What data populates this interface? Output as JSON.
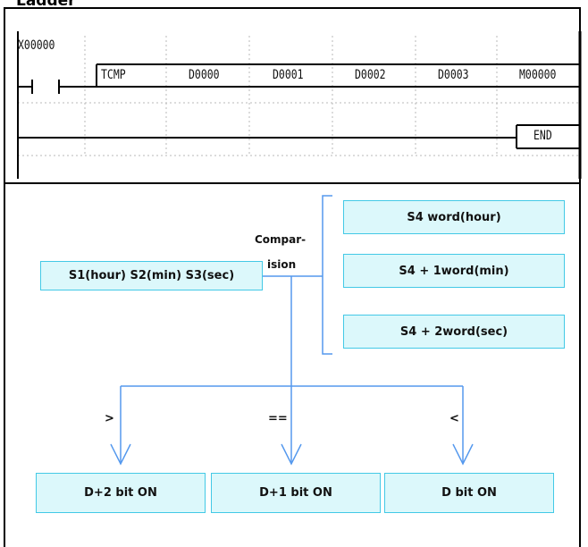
{
  "title": "Ladder",
  "ladder": {
    "contact_label": "X00000",
    "instruction": "TCMP",
    "operands": [
      "D0000",
      "D0001",
      "D0002",
      "D0003",
      "M00000"
    ],
    "end_label": "END"
  },
  "diagram": {
    "source_box": "S1(hour) S2(min) S3(sec)",
    "comparison_line1": "Compar-",
    "comparison_line2": "ision",
    "targets": [
      "S4 word(hour)",
      "S4 + 1word(min)",
      "S4 + 2word(sec)"
    ],
    "symbols": [
      ">",
      "==",
      "<"
    ],
    "results": [
      "D+2 bit ON",
      "D+1 bit ON",
      "D bit ON"
    ]
  },
  "colors": {
    "box_fill": "#dcf8fb",
    "box_border": "#43c9e6",
    "arrow": "#5599ee",
    "bracket": "#5599ee"
  }
}
